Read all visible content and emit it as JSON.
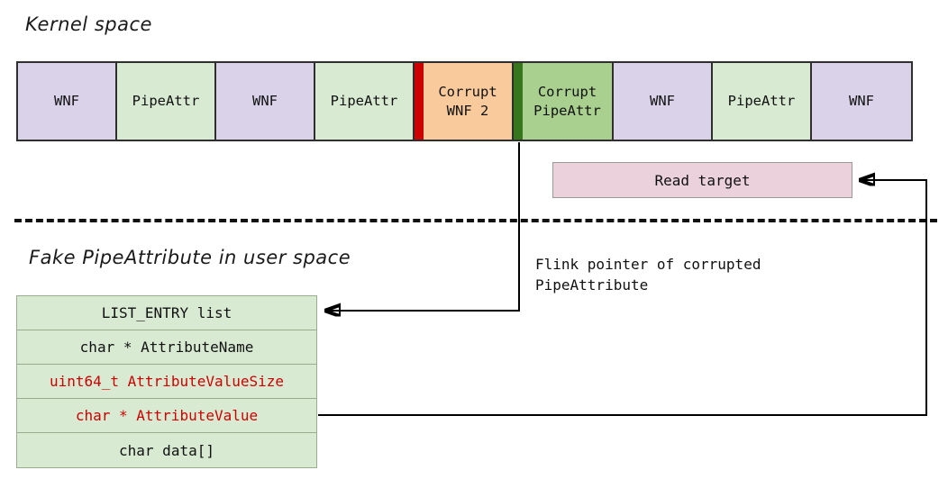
{
  "kernel": {
    "title": "Kernel space",
    "memory_cells": [
      {
        "label": "WNF",
        "kind": "wnf",
        "width": 110
      },
      {
        "label": "PipeAttr",
        "kind": "pipeattr",
        "width": 110
      },
      {
        "label": "WNF",
        "kind": "wnf",
        "width": 110
      },
      {
        "label": "PipeAttr",
        "kind": "pipeattr",
        "width": 110
      },
      {
        "label": "",
        "kind": "sep-red",
        "width": 10
      },
      {
        "label": "Corrupt\nWNF 2",
        "kind": "corrupt-wnf",
        "width": 100
      },
      {
        "label": "",
        "kind": "sep-green",
        "width": 10
      },
      {
        "label": "Corrupt\nPipeAttr",
        "kind": "corrupt-pipeattr",
        "width": 101
      },
      {
        "label": "WNF",
        "kind": "wnf",
        "width": 110
      },
      {
        "label": "PipeAttr",
        "kind": "pipeattr",
        "width": 110
      },
      {
        "label": "WNF",
        "kind": "wnf",
        "width": 110
      }
    ],
    "read_target_label": "Read target"
  },
  "user": {
    "title": "Fake PipeAttribute in user space",
    "struct_rows": [
      {
        "label": "LIST_ENTRY list",
        "accent": false
      },
      {
        "label": "char * AttributeName",
        "accent": false
      },
      {
        "label": "uint64_t AttributeValueSize",
        "accent": true
      },
      {
        "label": "char * AttributeValue",
        "accent": true
      },
      {
        "label": "char data[]",
        "accent": false
      }
    ]
  },
  "annotations": {
    "flink_note": "Flink pointer of corrupted\nPipeAttribute"
  },
  "colors": {
    "wnf": "#d9d2e9",
    "pipeattr": "#d9ead3",
    "corrupt_wnf": "#f9cb9c",
    "corrupt_pipeattr": "#a9d08e",
    "separator_red": "#cc0000",
    "separator_green": "#38761d",
    "read_target": "#ead1dc",
    "accent_text": "#cc0000",
    "outline": "#2f2f2f"
  }
}
